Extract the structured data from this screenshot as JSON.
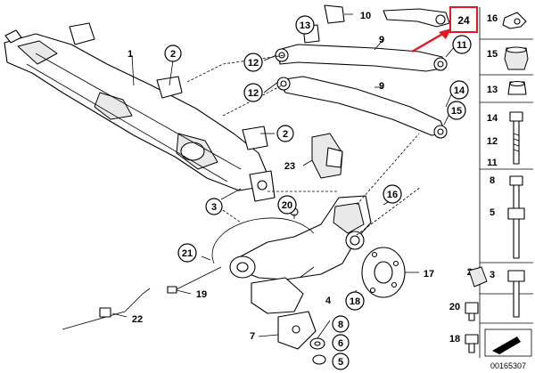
{
  "callouts": {
    "c1": "1",
    "c2a": "2",
    "c2b": "2",
    "c3": "3",
    "c4": "4",
    "c5": "5",
    "c6": "6",
    "c7": "7",
    "c8": "8",
    "c9a": "9",
    "c9b": "9",
    "c10": "10",
    "c11": "11",
    "c12a": "12",
    "c12b": "12",
    "c13": "13",
    "c14": "14",
    "c15": "15",
    "c16": "16",
    "c17": "17",
    "c18": "18",
    "c19": "19",
    "c20": "20",
    "c21": "21",
    "c22": "22",
    "c23": "23",
    "c24": "24"
  },
  "sidebar": {
    "s16": "16",
    "s15": "15",
    "s13": "13",
    "s14": "14",
    "s12": "12",
    "s11": "11",
    "s8": "8",
    "s5": "5",
    "s3": "3",
    "s21": "21",
    "s20": "20",
    "s18": "18"
  },
  "reference_number": "00165307",
  "highlight_color": "#e8141e"
}
